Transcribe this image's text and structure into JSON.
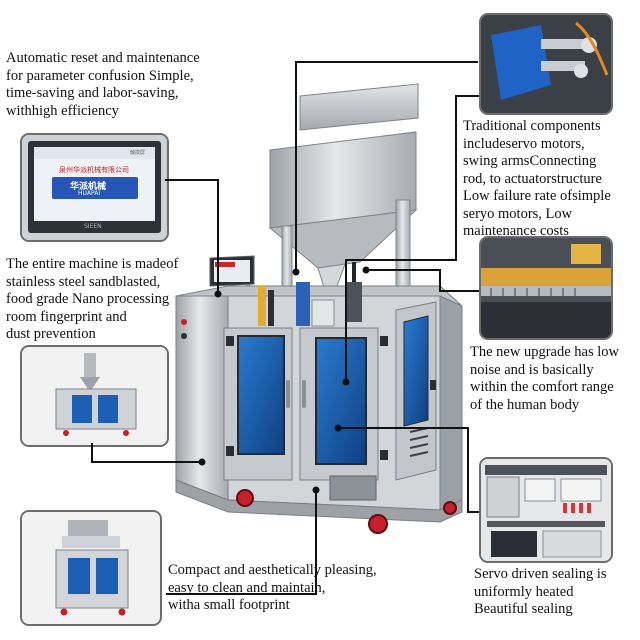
{
  "callouts": {
    "top_left": "Automatic reset and maintenance\nfor parameter confusion Simple,\ntime-saving and labor-saving,\nwithhigh efficiency",
    "mid_left": "The entire machine is madeof\nstainless steel sandblasted,\nfood grade Nano processing\nroom fingerprint and\ndust prevention",
    "bottom_center": "Compact and aesthetically pleasing,\neasy to clean and maintain,\nwitha small footprint",
    "top_right": "Traditional components\nincludeservo motors,\nswing armsConnecting\nrod, to actuatorstructure\nLow failure rate ofsimple\nseryo motors, Low\nmaintenance costs",
    "mid_right": "The new upgrade has low\nnoise and is basically\nwithin the comfort range\nof the human body",
    "bottom_right": "Servo driven sealing is\nuniformly heated\nBeautiful sealing"
  },
  "hmi": {
    "company": "泉州华派机械有限公司",
    "logo_cn": "华派机械",
    "logo_en": "HUAPAI",
    "brand": "SIEEN",
    "tag": "触摸屏"
  },
  "colors": {
    "steel": "#c9ccd0",
    "window": "#1a5fb0",
    "wheel": "#c8202a",
    "line": "#111111",
    "accent": "#e0a030"
  }
}
